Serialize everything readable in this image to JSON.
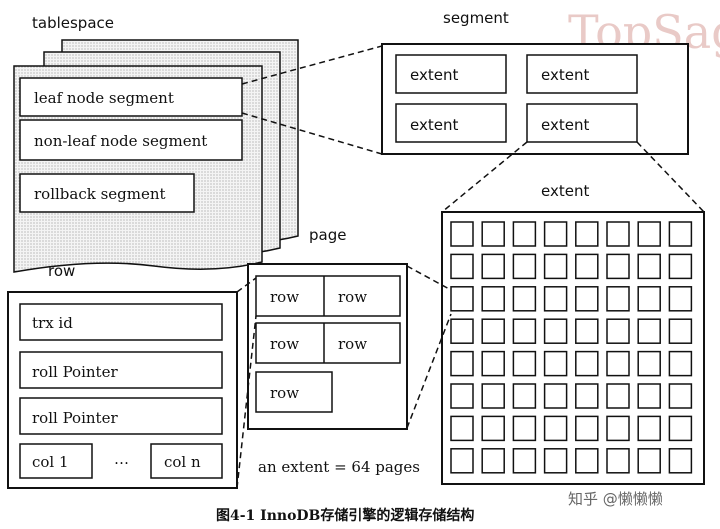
{
  "watermark": "TopSag",
  "titles": {
    "tablespace": "tablespace",
    "segment": "segment",
    "extent": "extent",
    "page": "page",
    "row": "row"
  },
  "tablespace_segments": [
    "leaf node segment",
    "non-leaf node segment",
    "rollback segment"
  ],
  "segment_extents": [
    "extent",
    "extent",
    "extent",
    "extent"
  ],
  "page_rows": [
    "row",
    "row",
    "row",
    "row",
    "row"
  ],
  "row_fields": [
    "trx id",
    "roll Pointer",
    "roll Pointer"
  ],
  "row_columns": {
    "first": "col  1",
    "ellipsis": "…",
    "last": "col  n"
  },
  "extent_grid": {
    "rows": 8,
    "cols": 8
  },
  "extent_note": "an extent = 64 pages",
  "caption": "图4-1   InnoDB存储引擎的逻辑存储结构",
  "credit": "知乎 @懒懒懒"
}
